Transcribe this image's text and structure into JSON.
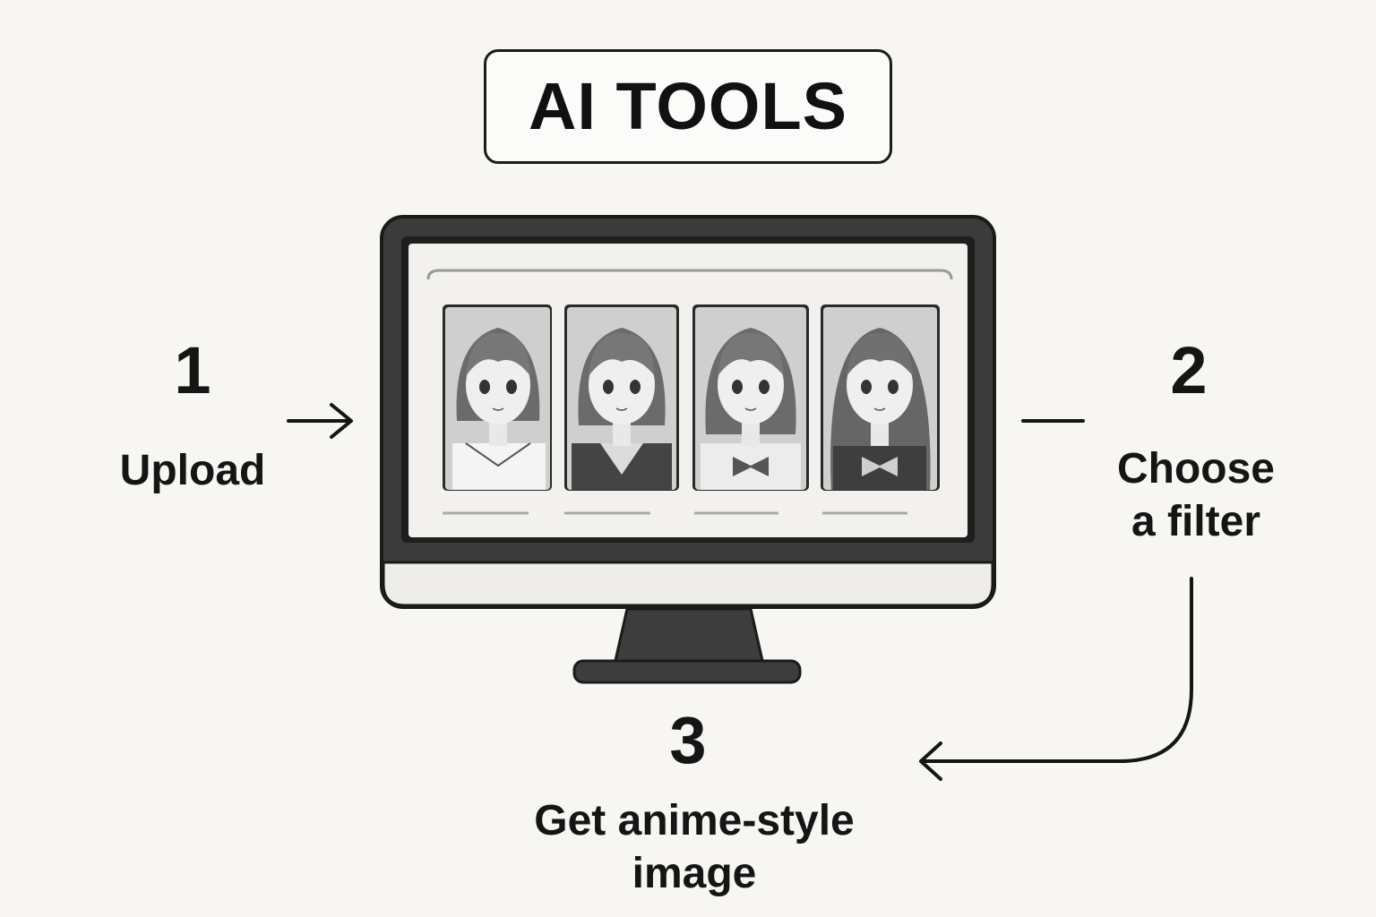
{
  "title": "AI TOOLS",
  "steps": [
    {
      "number": "1",
      "label": "Upload"
    },
    {
      "number": "2",
      "label_lines": [
        "Choose",
        "a filter"
      ]
    },
    {
      "number": "3",
      "label_lines": [
        "Get anime-style",
        "image"
      ]
    }
  ],
  "monitor": {
    "screen_items": [
      "portrait-1",
      "portrait-2",
      "portrait-3",
      "portrait-4"
    ]
  },
  "icons": [
    "arrow-right-icon",
    "dash-connector-icon",
    "curved-arrow-icon"
  ],
  "colors": {
    "background": "#f7f6f2",
    "ink": "#151515",
    "monitor_frame": "#3b3b3b",
    "monitor_chin": "#efedea",
    "screen_bg": "#f2f1ee"
  }
}
